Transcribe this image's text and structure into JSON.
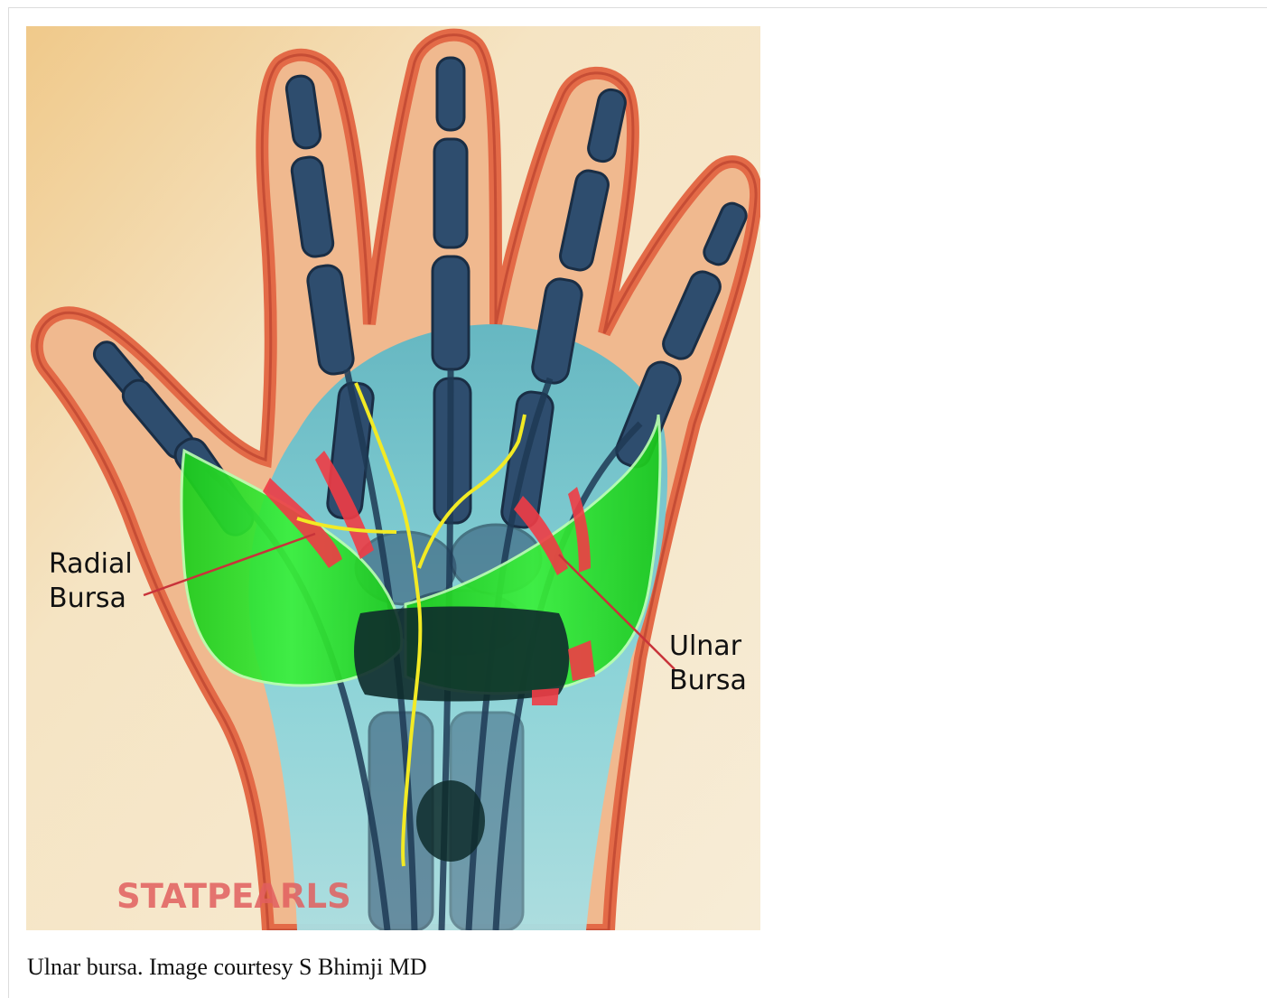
{
  "figure": {
    "labels": {
      "radial_line1": "Radial",
      "radial_line2": "Bursa",
      "ulnar_line1": "Ulnar",
      "ulnar_line2": "Bursa"
    },
    "watermark": "STATPEARLS"
  },
  "caption": {
    "text": "Ulnar bursa. Image courtesy S Bhimji MD"
  },
  "colors": {
    "background_warm": "#f4e3c1",
    "skin_outline": "#e8714c",
    "bone": "#2c4a6a",
    "soft_tissue": "#6fc8d2",
    "bursa_green": "#22e022",
    "retinaculum": "#0d2a2a",
    "nerve_yellow": "#f2ea24",
    "tendon_red": "#ef3c45",
    "pointer_red": "#c8333a"
  }
}
